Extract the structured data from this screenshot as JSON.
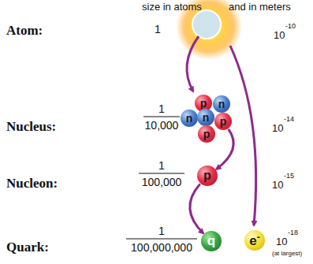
{
  "diagram": {
    "nodes": [
      {
        "text": [
          "p"
        ]
      },
      {
        "text": [
          "n"
        ]
      },
      {
        "text": [
          "n"
        ]
      },
      {
        "text": [
          "n"
        ]
      },
      {
        "text": [
          "p"
        ]
      },
      {
        "text": [
          "p"
        ]
      },
      {
        "text": [
          "p"
        ]
      },
      {
        "text": [
          "q"
        ]
      },
      {
        "text": [
          "e",
          "-"
        ]
      }
    ],
    "edges": [
      {
        "from": 4,
        "to": 6,
        "arrow": "to"
      },
      {
        "from": 6,
        "to": 7,
        "arrow": "to"
      }
    ],
    "labels": [
      "size in atoms",
      "and in meters",
      "Atom:",
      "1",
      "10",
      "-10",
      "Nucleus:",
      "1",
      "10,000",
      "10",
      "-14",
      "Nucleon:",
      "1",
      "100,000",
      "10",
      "-15",
      "Quark:",
      "1",
      "100,000,000",
      "10",
      "-18",
      "(at largest)"
    ]
  }
}
